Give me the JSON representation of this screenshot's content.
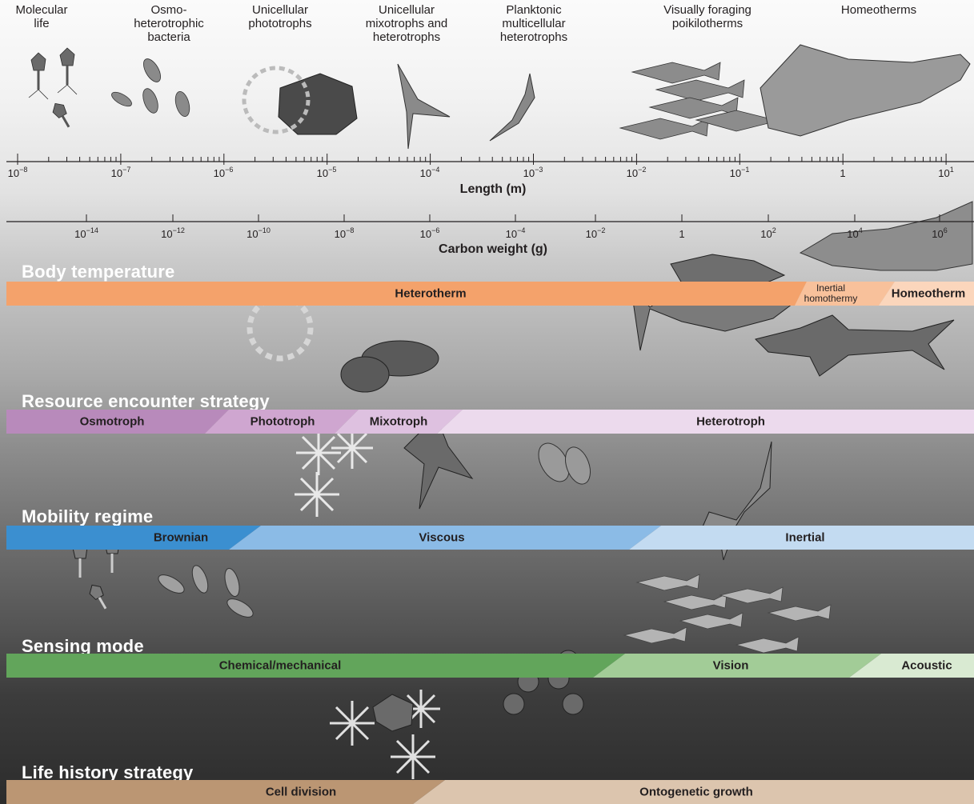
{
  "figure": {
    "organism_groups": [
      "Molecular\nlife",
      "Osmo-\nheterotrophic\nbacteria",
      "Unicellular\nphototrophs",
      "Unicellular\nmixotrophs and\nheterotrophs",
      "Planktonic\nmulticellular\nheterotrophs",
      "Visually foraging\npoikilotherms",
      "Homeotherms"
    ],
    "length_axis": {
      "title": "Length (m)",
      "ticks": [
        {
          "base": "10",
          "exp": "−8"
        },
        {
          "base": "10",
          "exp": "−7"
        },
        {
          "base": "10",
          "exp": "−6"
        },
        {
          "base": "10",
          "exp": "−5"
        },
        {
          "base": "10",
          "exp": "−4"
        },
        {
          "base": "10",
          "exp": "−3"
        },
        {
          "base": "10",
          "exp": "−2"
        },
        {
          "base": "10",
          "exp": "−1"
        },
        {
          "base": "1",
          "exp": ""
        },
        {
          "base": "10",
          "exp": "1"
        }
      ]
    },
    "weight_axis": {
      "title": "Carbon weight (g)",
      "ticks": [
        {
          "base": "10",
          "exp": "−14"
        },
        {
          "base": "10",
          "exp": "−12"
        },
        {
          "base": "10",
          "exp": "−10"
        },
        {
          "base": "10",
          "exp": "−8"
        },
        {
          "base": "10",
          "exp": "−6"
        },
        {
          "base": "10",
          "exp": "−4"
        },
        {
          "base": "10",
          "exp": "−2"
        },
        {
          "base": "1",
          "exp": ""
        },
        {
          "base": "10",
          "exp": "2"
        },
        {
          "base": "10",
          "exp": "4"
        },
        {
          "base": "10",
          "exp": "6"
        }
      ]
    },
    "categories": [
      {
        "title": "Body temperature",
        "segments": [
          {
            "label": "Heterotherm",
            "color": "#f4a26b"
          },
          {
            "label": "Inertial\nhomothermy",
            "color": "#f8c19b"
          },
          {
            "label": "Homeotherm",
            "color": "#fbd6bc"
          }
        ]
      },
      {
        "title": "Resource encounter strategy",
        "segments": [
          {
            "label": "Osmotroph",
            "color": "#b88abb"
          },
          {
            "label": "Phototroph",
            "color": "#cfa6d0"
          },
          {
            "label": "Mixotroph",
            "color": "#dec1e0"
          },
          {
            "label": "Heterotroph",
            "color": "#ecdaed"
          }
        ]
      },
      {
        "title": "Mobility regime",
        "segments": [
          {
            "label": "Brownian",
            "color": "#3b8fd0"
          },
          {
            "label": "Viscous",
            "color": "#8bbbe6"
          },
          {
            "label": "Inertial",
            "color": "#c3dbf1"
          }
        ]
      },
      {
        "title": "Sensing mode",
        "segments": [
          {
            "label": "Chemical/mechanical",
            "color": "#62a55b"
          },
          {
            "label": "Vision",
            "color": "#a2cc97"
          },
          {
            "label": "Acoustic",
            "color": "#d9ead2"
          }
        ]
      },
      {
        "title": "Life history strategy",
        "segments": [
          {
            "label": "Cell division",
            "color": "#bb9673"
          },
          {
            "label": "Ontogenetic growth",
            "color": "#dcc5ae"
          }
        ]
      }
    ]
  }
}
